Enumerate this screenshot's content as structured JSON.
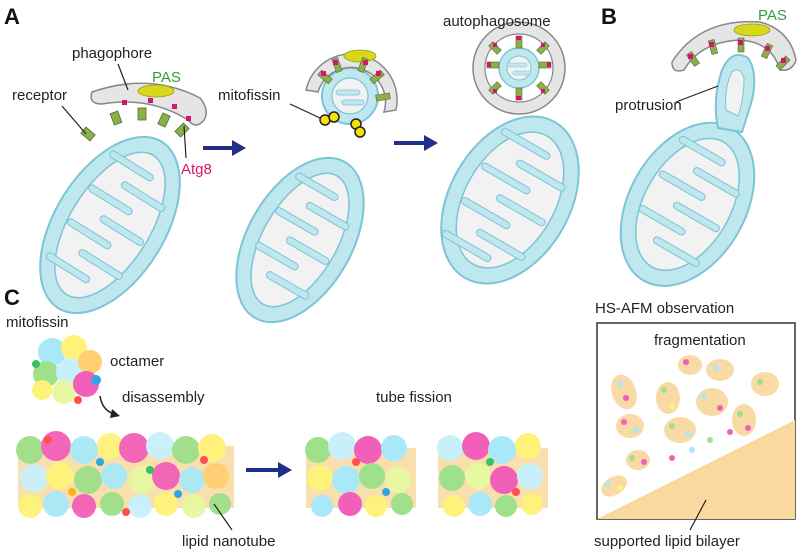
{
  "panels": {
    "a": "A",
    "b": "B",
    "c": "C"
  },
  "labels": {
    "phagophore": "phagophore",
    "pas_a": "PAS",
    "receptor": "receptor",
    "atg8": "Atg8",
    "mitofissin_a": "mitofissin",
    "autophagosome": "autophagosome",
    "pas_b": "PAS",
    "protrusion": "protrusion",
    "mitofissin_c": "mitofissin",
    "octamer": "octamer",
    "disassembly": "disassembly",
    "tube_fission": "tube fission",
    "lipid_nanotube": "lipid nanotube",
    "hsafm_title": "HS-AFM observation",
    "fragmentation": "fragmentation",
    "supported_bilayer": "supported lipid bilayer"
  },
  "colors": {
    "mito_fill": "#bfe7ee",
    "mito_stroke": "#7cc4d6",
    "cristae": "#f2f2f2",
    "arrow": "#1f2f8a",
    "green_text": "#2e9e3a",
    "magenta_text": "#d4166f",
    "pas_yellow": "#d8d81a",
    "lipid": "#f9d9a0"
  }
}
